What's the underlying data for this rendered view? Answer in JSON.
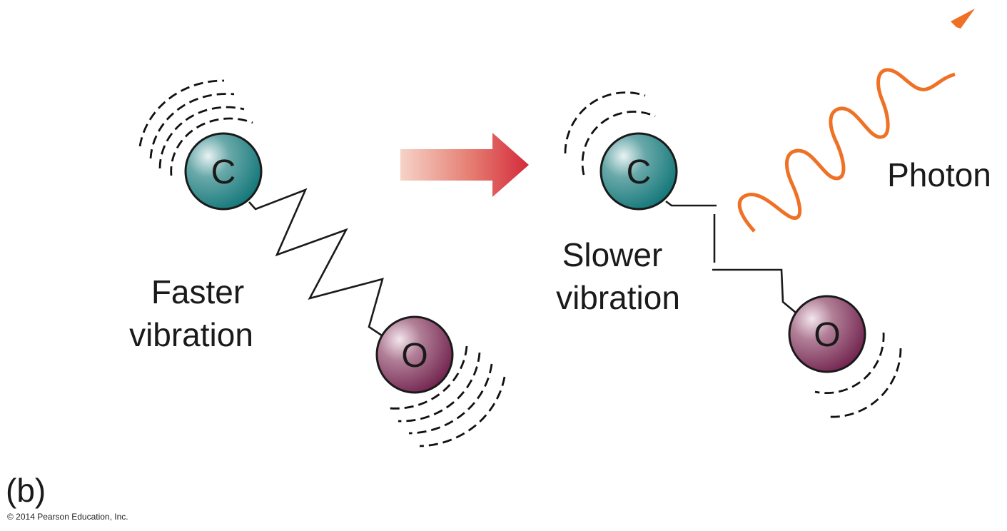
{
  "figure": {
    "panel_label": "(b)",
    "copyright": "© 2014 Pearson Education, Inc."
  },
  "colors": {
    "carbon": "#1a8585",
    "oxygen": "#8a3f66",
    "photon": "#ef7125",
    "arrow_start": "#f6d3c8",
    "arrow_end": "#d42a3a",
    "ink": "#1a1a1a"
  },
  "left_state": {
    "atoms": [
      {
        "element": "C",
        "name": "carbon"
      },
      {
        "element": "O",
        "name": "oxygen"
      }
    ],
    "bond": "spring (compressed zigzag)",
    "label_line1": "Faster",
    "label_line2": "vibration",
    "motion_arcs_per_atom": 4
  },
  "transition_arrow": {
    "icon": "right-arrow-icon",
    "direction": "right"
  },
  "right_state": {
    "atoms": [
      {
        "element": "C",
        "name": "carbon"
      },
      {
        "element": "O",
        "name": "oxygen"
      }
    ],
    "bond": "relaxed spring",
    "label_line1": "Slower",
    "label_line2": "vibration",
    "motion_arcs_per_atom": 2
  },
  "photon": {
    "label": "Photon",
    "icon": "wavy-arrow-icon"
  }
}
